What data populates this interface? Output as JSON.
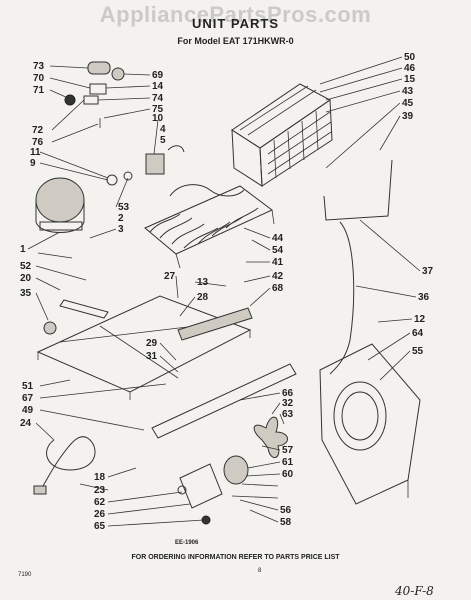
{
  "watermark": "AppliancePartsPros.com",
  "title": "UNIT PARTS",
  "subtitle": "For Model EAT 171HKWR-0",
  "drawing_no": "EE-1906",
  "footer": "FOR ORDERING INFORMATION REFER TO PARTS PRICE LIST",
  "page_code": "7190",
  "page_number": "8",
  "handwritten_note": "40-F-8",
  "callouts": [
    "73",
    "70",
    "71",
    "69",
    "14",
    "74",
    "75",
    "72",
    "76",
    "10",
    "4",
    "5",
    "11",
    "9",
    "50",
    "46",
    "15",
    "43",
    "45",
    "39",
    "53",
    "2",
    "3",
    "1",
    "52",
    "20",
    "35",
    "27",
    "13",
    "28",
    "41",
    "42",
    "68",
    "44",
    "54",
    "37",
    "36",
    "12",
    "64",
    "55",
    "29",
    "31",
    "51",
    "67",
    "49",
    "24",
    "66",
    "32",
    "63",
    "18",
    "23",
    "62",
    "26",
    "65",
    "57",
    "61",
    "60",
    "56",
    "58"
  ]
}
